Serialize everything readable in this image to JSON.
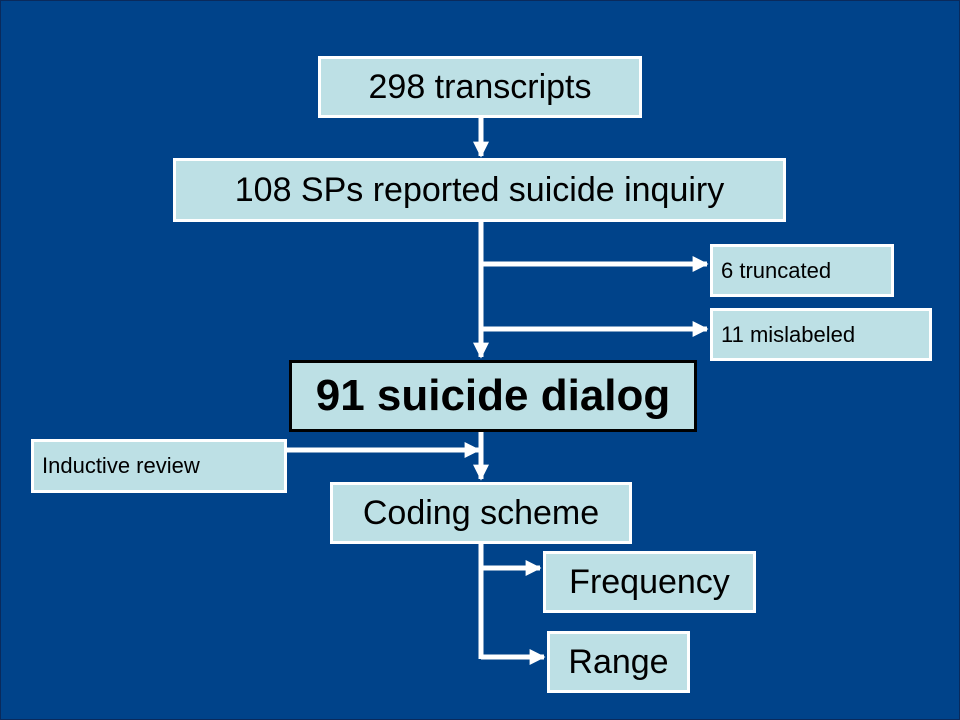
{
  "flowchart": {
    "nodes": {
      "transcripts": "298 transcripts",
      "suicide_inquiry": "108 SPs reported suicide inquiry",
      "truncated": "6 truncated",
      "mislabeled": "11 mislabeled",
      "suicide_dialog": "91 suicide dialog",
      "inductive_review": "Inductive review",
      "coding_scheme": "Coding scheme",
      "frequency": "Frequency",
      "range": "Range"
    },
    "edges": [
      [
        "298 transcripts",
        "108 SPs reported suicide inquiry"
      ],
      [
        "108 SPs reported suicide inquiry",
        "91 suicide dialog"
      ],
      [
        "108 SPs reported suicide inquiry",
        "6 truncated"
      ],
      [
        "108 SPs reported suicide inquiry",
        "11 mislabeled"
      ],
      [
        "91 suicide dialog",
        "Coding scheme"
      ],
      [
        "Inductive review",
        "Coding scheme"
      ],
      [
        "Coding scheme",
        "Frequency"
      ],
      [
        "Coding scheme",
        "Range"
      ]
    ]
  },
  "colors": {
    "background": "#00438a",
    "box_fill": "#bde0e5",
    "connector": "#ffffff",
    "highlight_border": "#000000"
  }
}
